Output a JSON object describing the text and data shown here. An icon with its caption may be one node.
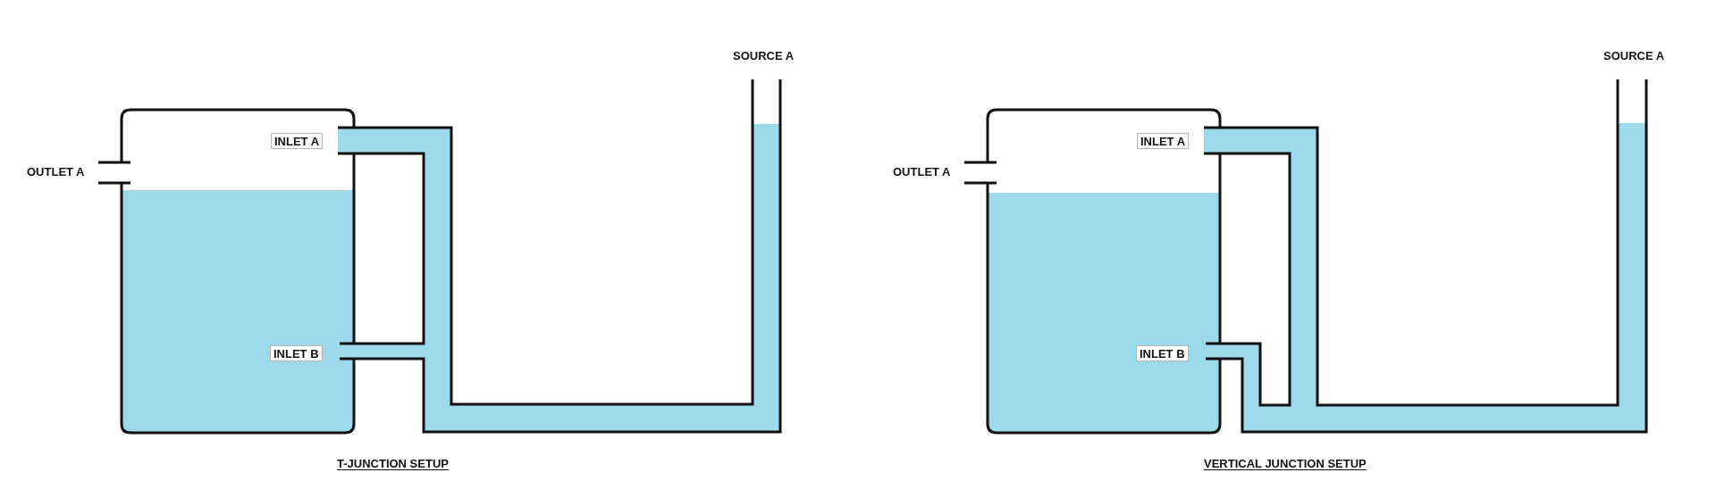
{
  "diagram": {
    "nodes": [
      {
        "text": [
          "INLET A"
        ]
      },
      {
        "text": [
          "INLET B"
        ]
      },
      {
        "text": [
          "INLET A"
        ]
      },
      {
        "text": [
          "INLET B"
        ]
      }
    ],
    "labels": [
      "SOURCE A",
      "OUTLET A",
      "T-JUNCTION SETUP",
      "SOURCE A",
      "OUTLET A",
      "VERTICAL JUNCTION SETUP"
    ]
  }
}
